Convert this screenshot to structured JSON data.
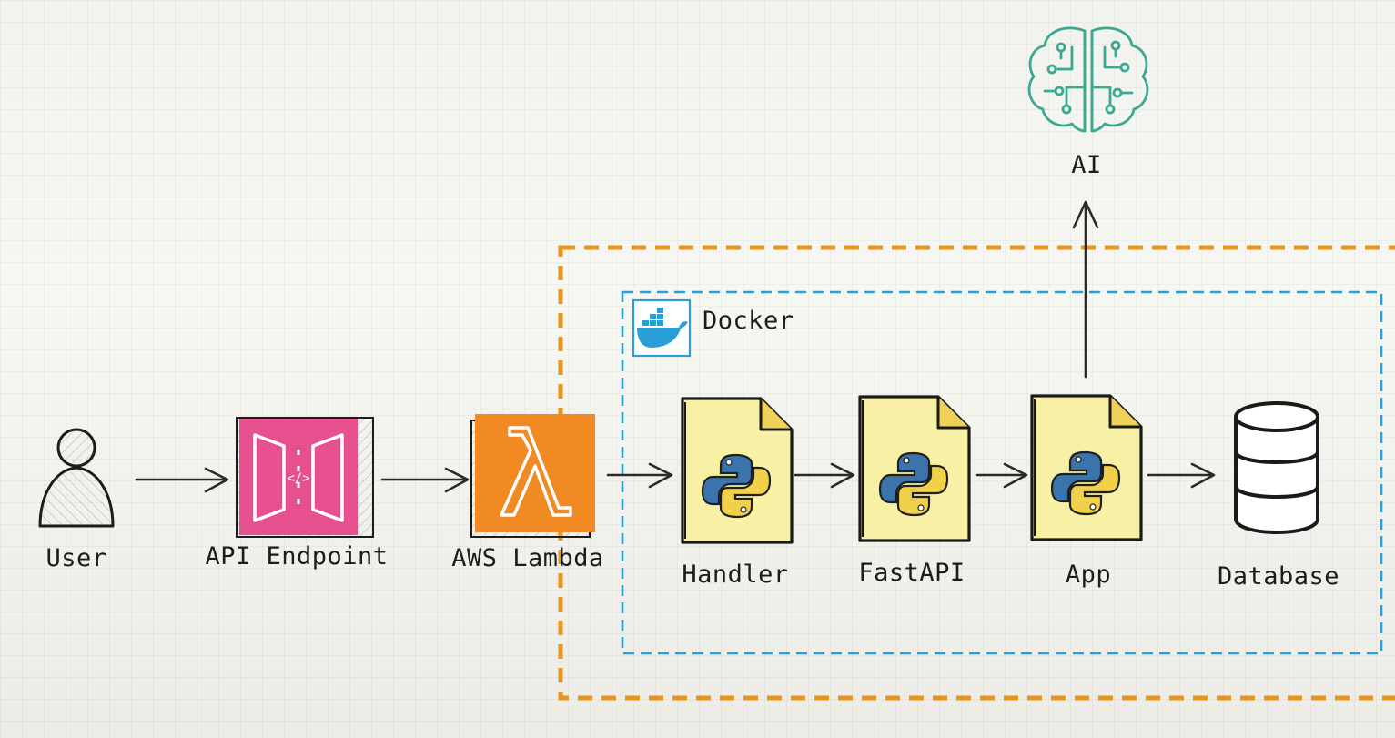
{
  "nodes": {
    "user": {
      "label": "User"
    },
    "api": {
      "label": "API Endpoint"
    },
    "lambda": {
      "label": "AWS Lambda"
    },
    "handler": {
      "label": "Handler"
    },
    "fastapi": {
      "label": "FastAPI"
    },
    "app": {
      "label": "App"
    },
    "database": {
      "label": "Database"
    },
    "ai": {
      "label": "AI"
    }
  },
  "groups": {
    "docker": {
      "label": "Docker",
      "color": "#2a9fd6"
    },
    "lambda_container": {
      "color": "#e8941f"
    }
  },
  "colors": {
    "api_pink": "#e7508e",
    "lambda_orange": "#f18a22",
    "python_file": "#f8f0a4",
    "ai_teal": "#3ba892"
  },
  "edges": [
    {
      "from": "user",
      "to": "api"
    },
    {
      "from": "api",
      "to": "lambda"
    },
    {
      "from": "lambda",
      "to": "handler"
    },
    {
      "from": "handler",
      "to": "fastapi"
    },
    {
      "from": "fastapi",
      "to": "app"
    },
    {
      "from": "app",
      "to": "database"
    },
    {
      "from": "app",
      "to": "ai"
    }
  ]
}
